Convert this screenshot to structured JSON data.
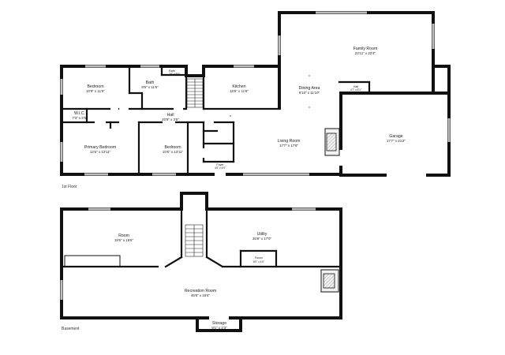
{
  "floors": {
    "first": {
      "label": "1st Floor",
      "rooms": {
        "family_room": {
          "name": "Family Room",
          "dims": "24'11\" x 22'4\""
        },
        "bedroom_a": {
          "name": "Bedroom",
          "dims": "10'9\" x 11'6\""
        },
        "bath_a": {
          "name": "Bath",
          "dims": "8'6\" x 11'6\""
        },
        "bath_b": {
          "name": "Bath",
          "dims": "7'0\" x 5'6\""
        },
        "kitchen": {
          "name": "Kitchen",
          "dims": "16'6\" x 11'6\""
        },
        "dining_area": {
          "name": "Dining Area",
          "dims": "9'10\" x 11'10\""
        },
        "hall_small": {
          "name": "Hall",
          "dims": "4'7\" x 8'1\""
        },
        "wic": {
          "name": "W.I.C.",
          "dims": "7'3\" x 3'5\""
        },
        "hall": {
          "name": "Hall",
          "dims": "20'9\" x 3'5\""
        },
        "primary_bedroom": {
          "name": "Primary Bedroom",
          "dims": "12'6\" x 13'11\""
        },
        "bedroom_b": {
          "name": "Bedroom",
          "dims": "10'6\" x 13'11\""
        },
        "living_room": {
          "name": "Living Room",
          "dims": "17'7\" x 17'8\""
        },
        "garage": {
          "name": "Garage",
          "dims": "17'7\" x 21'2\""
        },
        "foyer": {
          "name": "Foyer",
          "dims": "4'0\" x 6'0\""
        }
      }
    },
    "basement": {
      "label": "Basement",
      "rooms": {
        "room": {
          "name": "Room",
          "dims": "19'6\" x 15'6\""
        },
        "utility": {
          "name": "Utility",
          "dims": "25'9\" x 17'0\""
        },
        "room_small": {
          "name": "Room",
          "dims": "8'0\" x 4'6\""
        },
        "recreation_room": {
          "name": "Recreation Room",
          "dims": "45'8\" x 16'4\""
        },
        "storage": {
          "name": "Storage",
          "dims": "9'1\" x 3'3\""
        }
      }
    }
  }
}
